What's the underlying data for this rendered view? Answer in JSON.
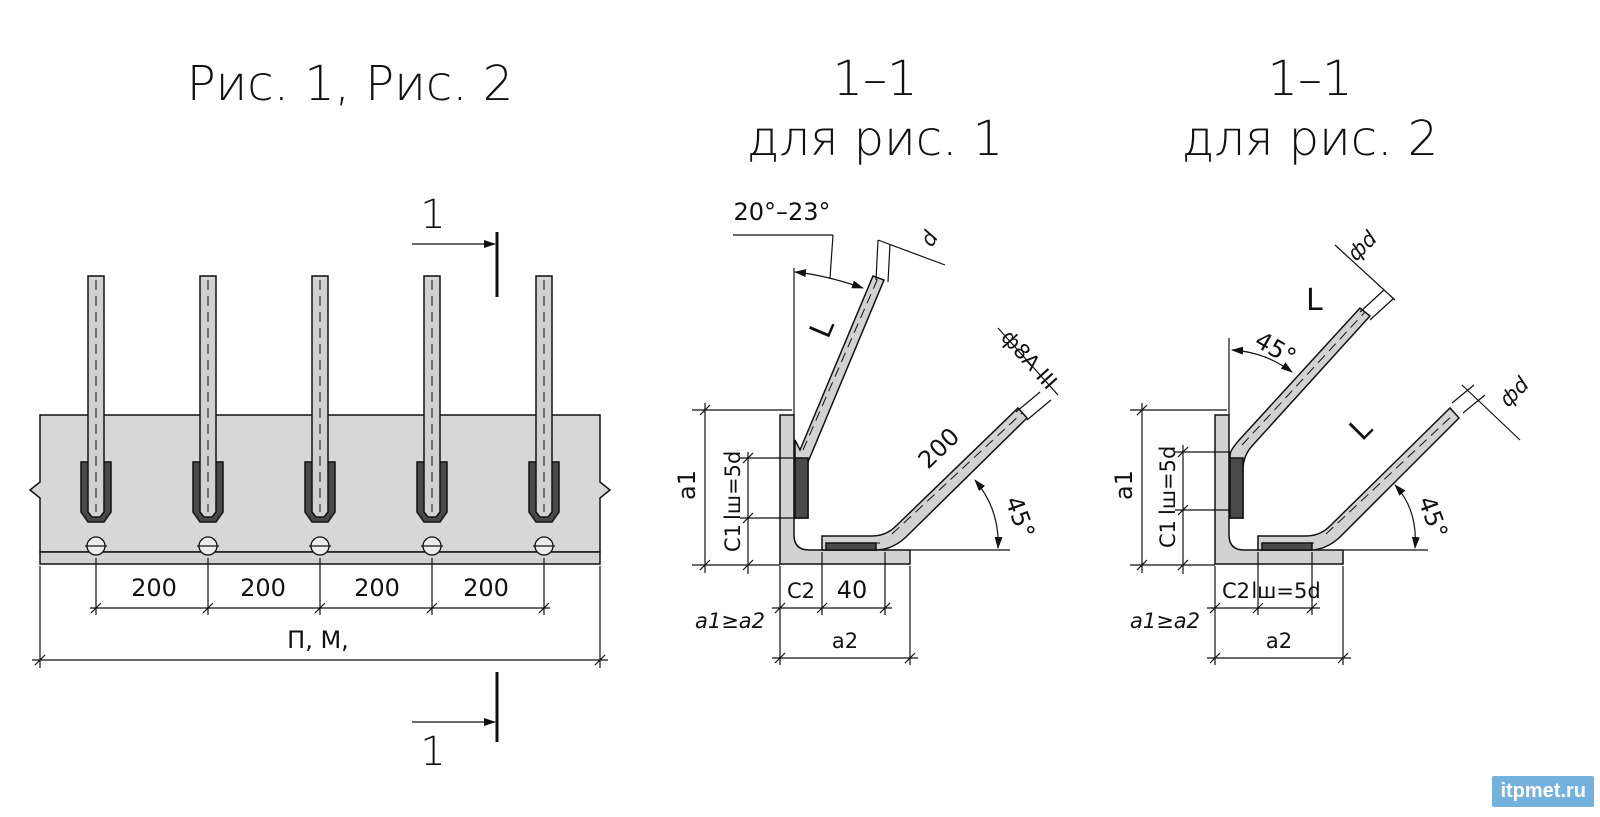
{
  "titles": {
    "fig": "Рис. 1, Рис. 2",
    "sec1_line1": "1–1",
    "sec1_line2": "для рис. 1",
    "sec2_line1": "1–1",
    "sec2_line2": "для рис. 2"
  },
  "plan": {
    "section_mark": "1",
    "spacing_labels": [
      "200",
      "200",
      "200",
      "200"
    ],
    "length_label": "П, М,"
  },
  "section1": {
    "angle_label": "20°–23°",
    "d_label": "d",
    "L_label": "L",
    "rebar_label": "ф8А III",
    "length_200": "200",
    "angle45": "45°",
    "a1": "a1",
    "lw": "lш=5d",
    "c1": "C1",
    "c2": "C2",
    "dim40": "40",
    "a2": "a2",
    "cond": "a1≥a2"
  },
  "section2": {
    "d_label1": "фd",
    "d_label2": "фd",
    "L_label1": "L",
    "L_label2": "L",
    "angle45_a": "45°",
    "angle45_b": "45°",
    "a1": "a1",
    "lw": "lш=5d",
    "c1": "C1",
    "c2": "C2",
    "lw2": "lш=5d",
    "a2": "a2",
    "cond": "a1≥a2"
  },
  "watermark": "itpmet.ru"
}
